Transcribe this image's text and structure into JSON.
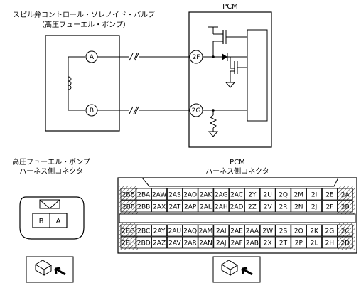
{
  "top": {
    "device_title_line1": "スピル弁コントロール・ソレノイド・バルブ",
    "device_title_line2": "（高圧フューエル・ポンプ）",
    "pcm_title": "PCM",
    "terminals": {
      "A": "A",
      "B": "B",
      "pcm_2F": "2F",
      "pcm_2G": "2G"
    }
  },
  "bottom": {
    "left_connector_title_line1": "高圧フューエル・ポンプ",
    "left_connector_title_line2": "ハーネス側コネクタ",
    "left_pins": [
      "B",
      "A"
    ],
    "pcm_connector_title_line1": "PCM",
    "pcm_connector_title_line2": "ハーネス側コネクタ",
    "pcm_rows": [
      [
        "2BE",
        "2BA",
        "2AW",
        "2AS",
        "2AO",
        "2AK",
        "2AG",
        "2AC",
        "2Y",
        "2U",
        "2Q",
        "2M",
        "2I",
        "2E",
        "2A"
      ],
      [
        "2BF",
        "2BB",
        "2AX",
        "2AT",
        "2AP",
        "2AL",
        "2AH",
        "2AD",
        "2Z",
        "2V",
        "2R",
        "2N",
        "2J",
        "2F",
        "2B"
      ],
      [
        "2BG",
        "2BC",
        "2AY",
        "2AU",
        "2AQ",
        "2AM",
        "2AI",
        "2AE",
        "2AA",
        "2W",
        "2S",
        "2O",
        "2K",
        "2G",
        "2C"
      ],
      [
        "2BH",
        "2BD",
        "2AZ",
        "2AV",
        "2AR",
        "2AN",
        "2AJ",
        "2AF",
        "2AB",
        "2X",
        "2T",
        "2P",
        "2L",
        "2H",
        "2D"
      ]
    ]
  }
}
